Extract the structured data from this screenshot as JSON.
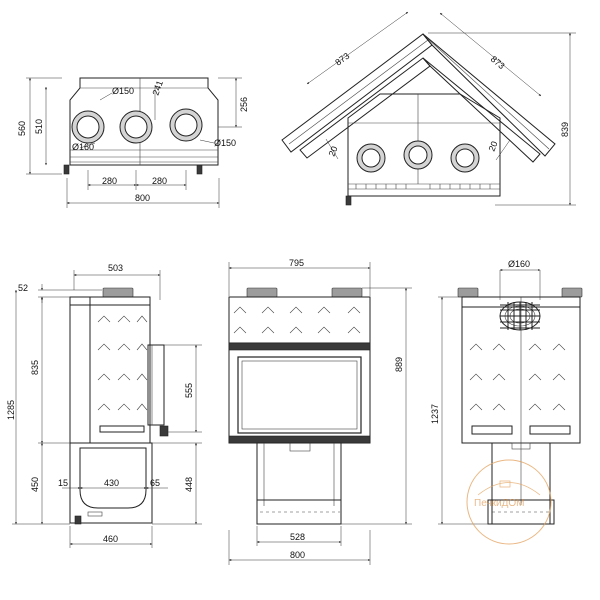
{
  "top_view": {
    "d_top_left": "Ø150",
    "d_offset": "241",
    "d_height_top": "256",
    "d_height_full": "560",
    "d_height_mid": "510",
    "d_bottom_left": "Ø160",
    "d_right": "Ø150",
    "d_spacing_left": "280",
    "d_spacing_right": "280",
    "d_width": "800"
  },
  "corner_view": {
    "d_side_left": "873",
    "d_side_right": "873",
    "d_gap_left": "20",
    "d_gap_right": "20",
    "d_height": "839"
  },
  "side_view": {
    "d_top_width": "503",
    "d_top_offset": "52",
    "d_total_height": "1285",
    "d_body_height": "835",
    "d_door_height": "555",
    "d_base_height": "450",
    "d_left_gap": "15",
    "d_base_inner": "430",
    "d_right_gap": "65",
    "d_base_right_height": "448",
    "d_base_width": "460"
  },
  "front_view": {
    "d_width_top": "795",
    "d_height": "889",
    "d_base_width": "528",
    "d_total_width": "800"
  },
  "back_view": {
    "d_flue": "Ø160",
    "d_height": "1237"
  },
  "watermark": {
    "text": "ПечкиДОМ"
  }
}
